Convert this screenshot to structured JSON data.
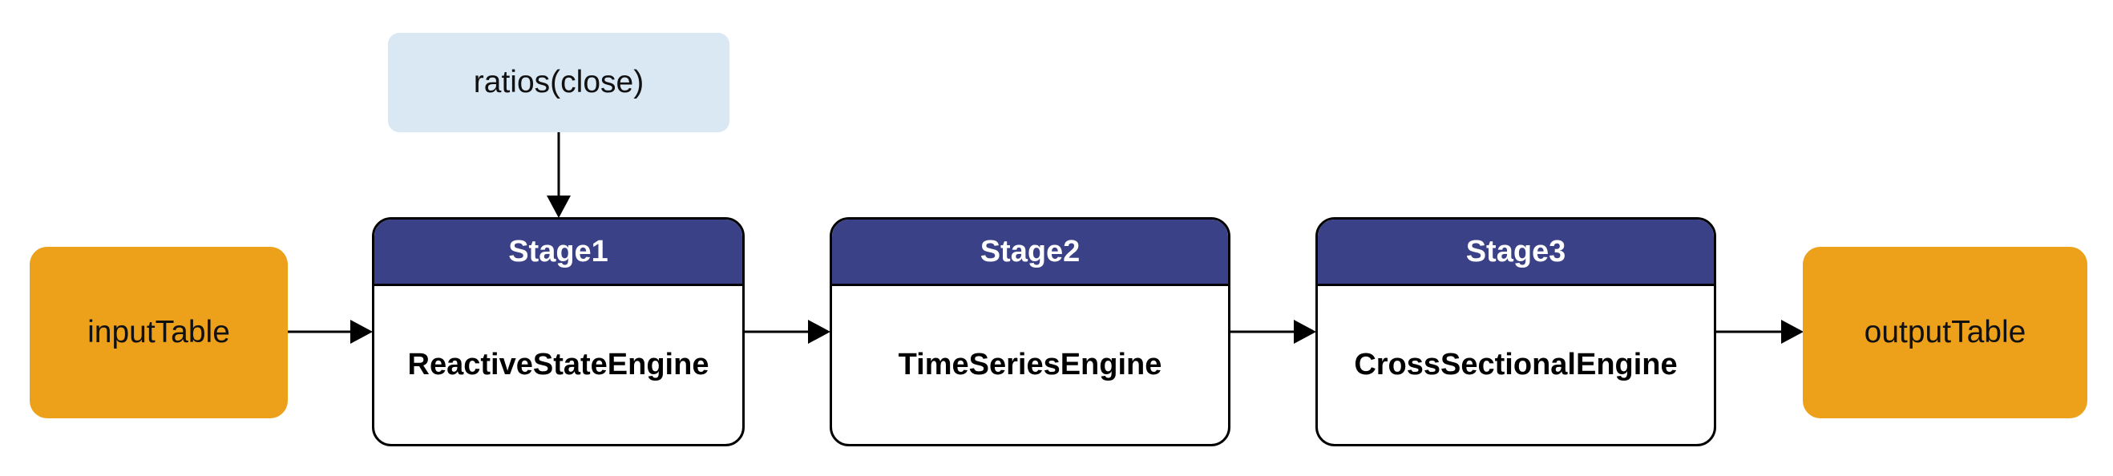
{
  "input": {
    "label": "inputTable"
  },
  "output": {
    "label": "outputTable"
  },
  "note": {
    "label": "ratios(close)"
  },
  "stages": [
    {
      "title": "Stage1",
      "engine": "ReactiveStateEngine"
    },
    {
      "title": "Stage2",
      "engine": "TimeSeriesEngine"
    },
    {
      "title": "Stage3",
      "engine": "CrossSectionalEngine"
    }
  ],
  "colors": {
    "io_fill": "#EDA01A",
    "note_fill": "#DAE8F4",
    "stage_header": "#3A4187",
    "stage_border": "#000000"
  }
}
